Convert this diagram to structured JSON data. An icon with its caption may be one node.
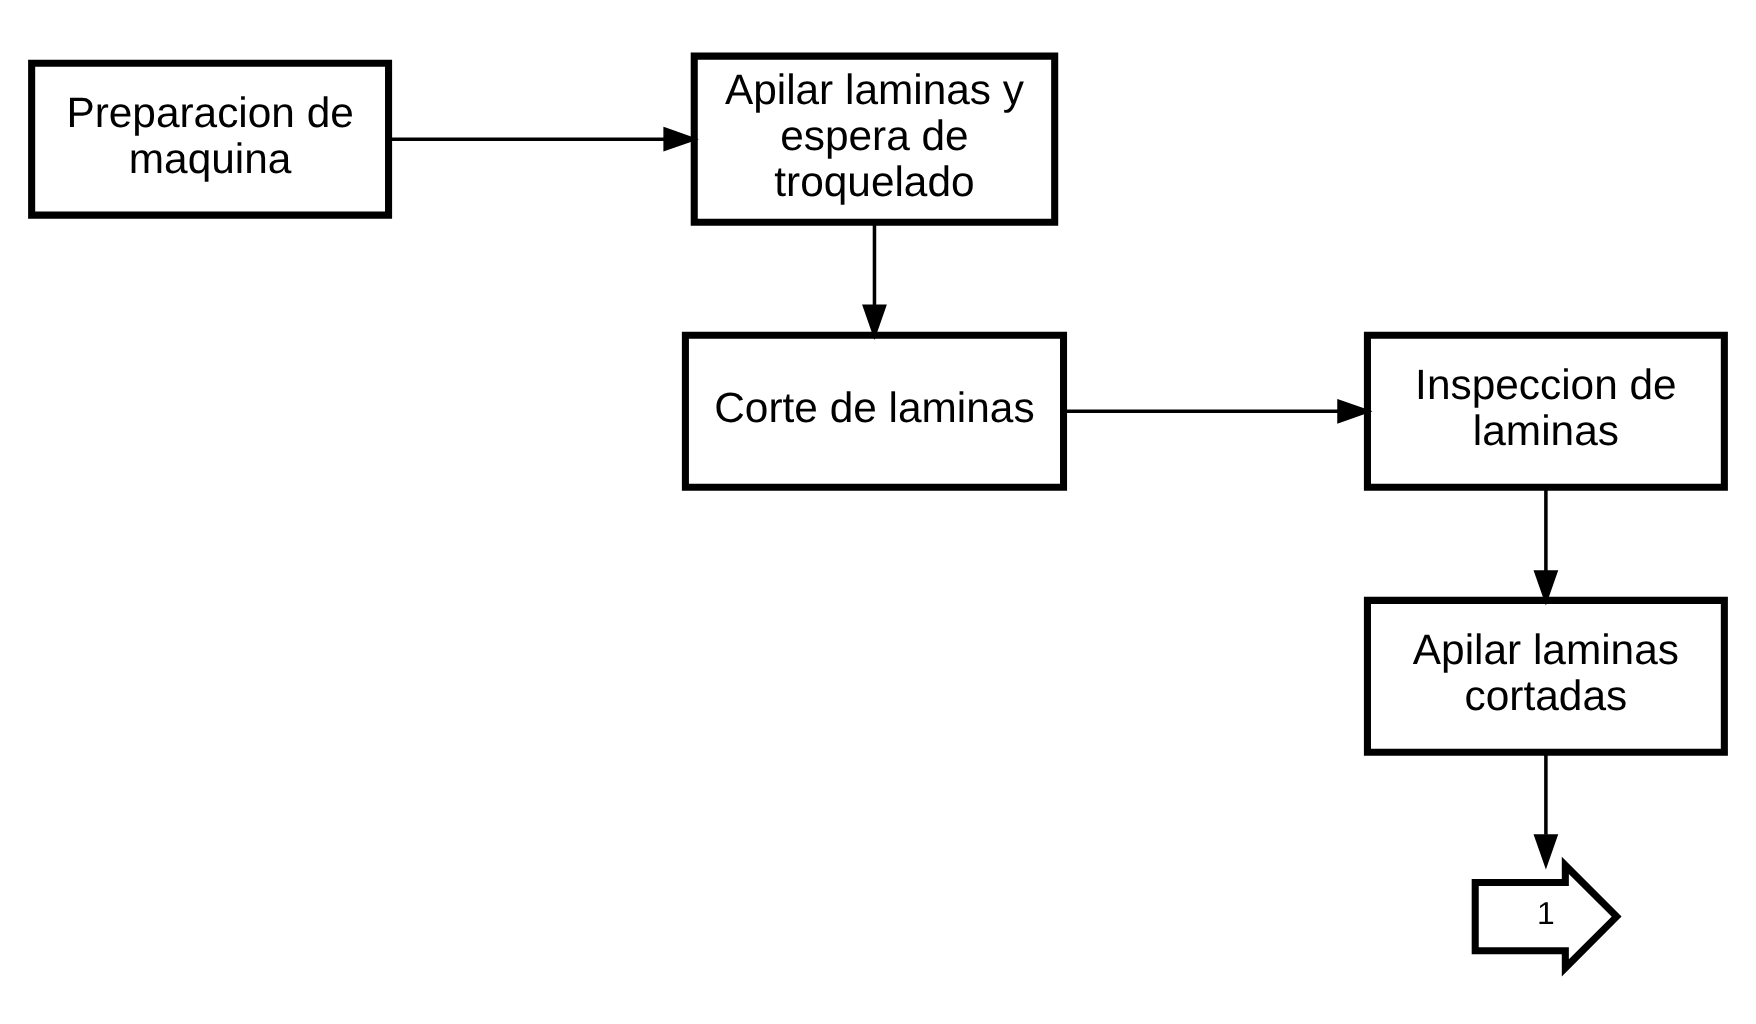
{
  "diagram": {
    "nodes": [
      {
        "text": [
          "Preparacion de maquina"
        ]
      },
      {
        "text": [
          "Apilar laminas y espera de troquelado"
        ]
      },
      {
        "text": [
          "Corte de laminas"
        ]
      },
      {
        "text": [
          "Inspeccion de laminas"
        ]
      },
      {
        "text": [
          "Apilar laminas cortadas"
        ]
      },
      {
        "text": [
          "1"
        ]
      }
    ],
    "edges": [
      {
        "from": 0,
        "to": 1,
        "arrow": "to"
      },
      {
        "from": 1,
        "to": 2,
        "arrow": "to"
      },
      {
        "from": 2,
        "to": 3,
        "arrow": "to"
      },
      {
        "from": 3,
        "to": 4,
        "arrow": "to"
      },
      {
        "from": 4,
        "to": 5,
        "arrow": "to"
      }
    ]
  }
}
